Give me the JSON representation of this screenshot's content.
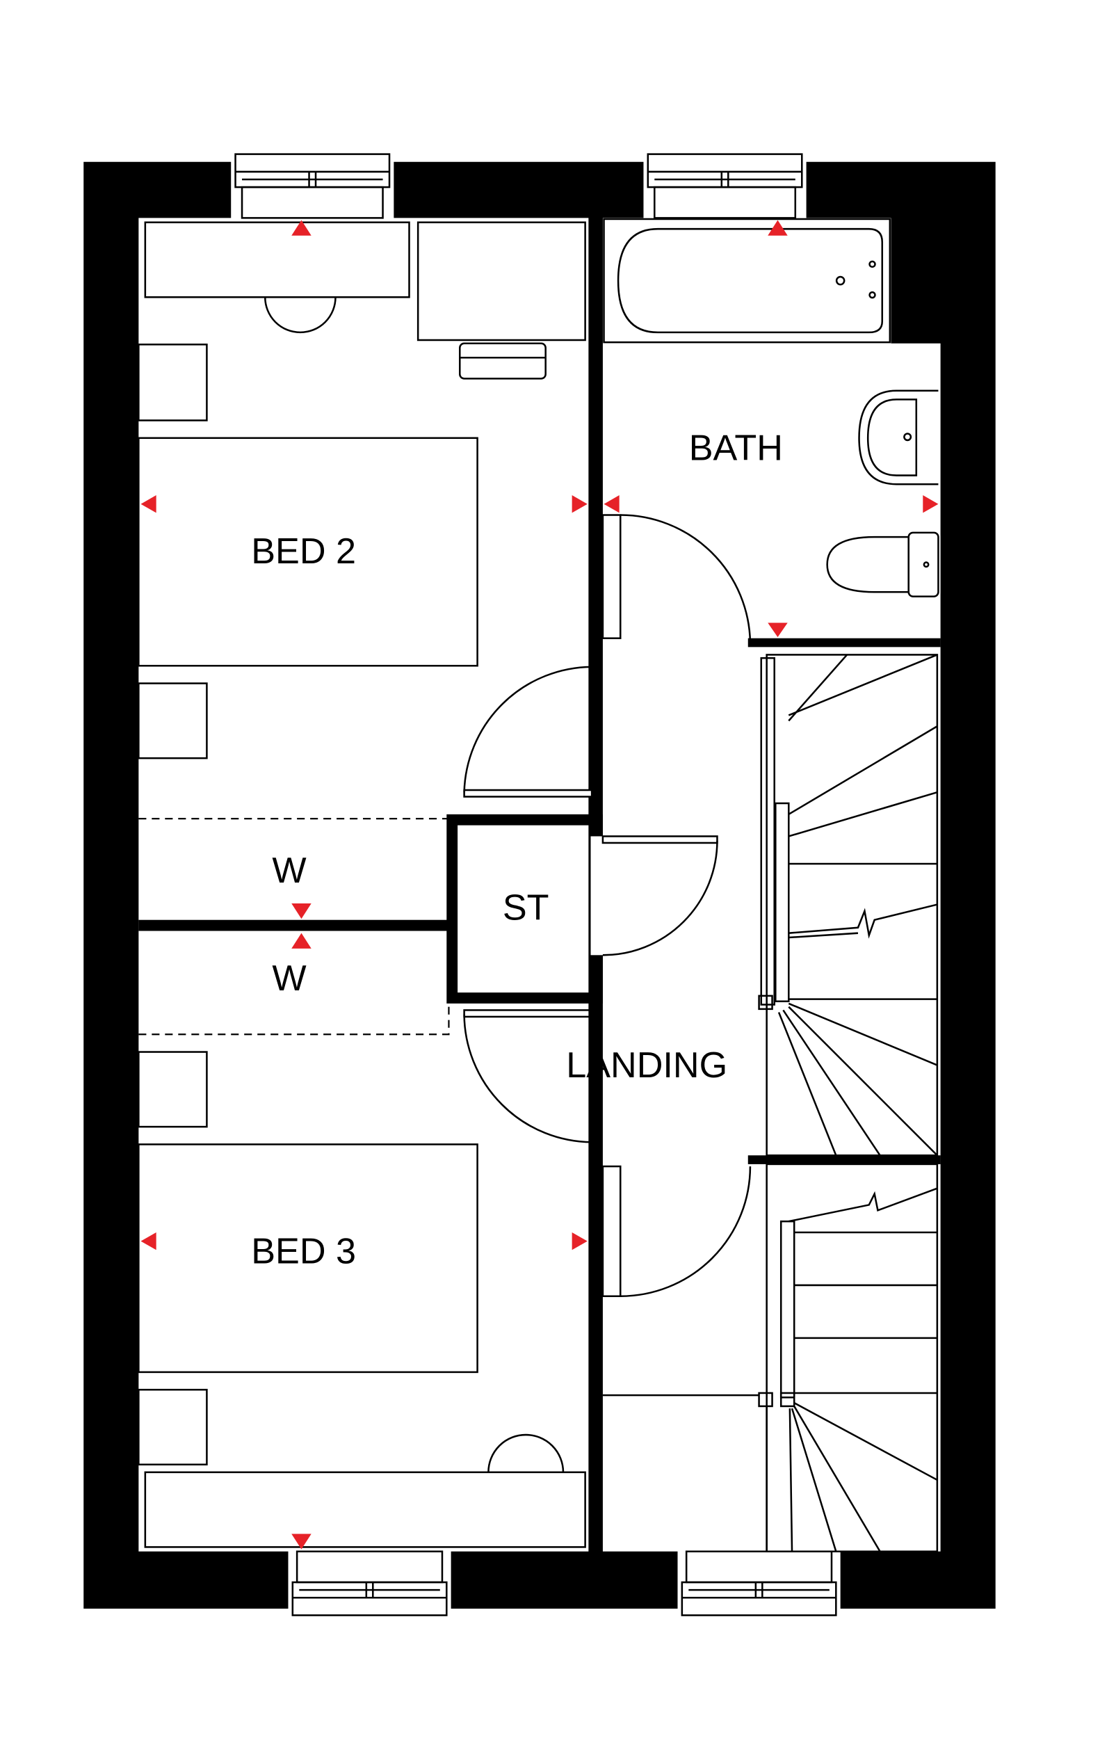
{
  "rooms": {
    "bed2": "BED 2",
    "bath": "BATH",
    "wardrobe_upper": "W",
    "store": "ST",
    "wardrobe_lower": "W",
    "landing": "LANDING",
    "bed3": "BED 3"
  },
  "colors": {
    "wall": "#000000",
    "background": "#ffffff",
    "marker": "#e62228"
  },
  "icons": [
    "window-icon",
    "bath-icon",
    "basin-icon",
    "toilet-icon",
    "door-swing-icon",
    "stairs-icon",
    "desk-icon",
    "bed-icon",
    "chair-icon",
    "bedside-table-icon",
    "dimension-marker-icon"
  ]
}
